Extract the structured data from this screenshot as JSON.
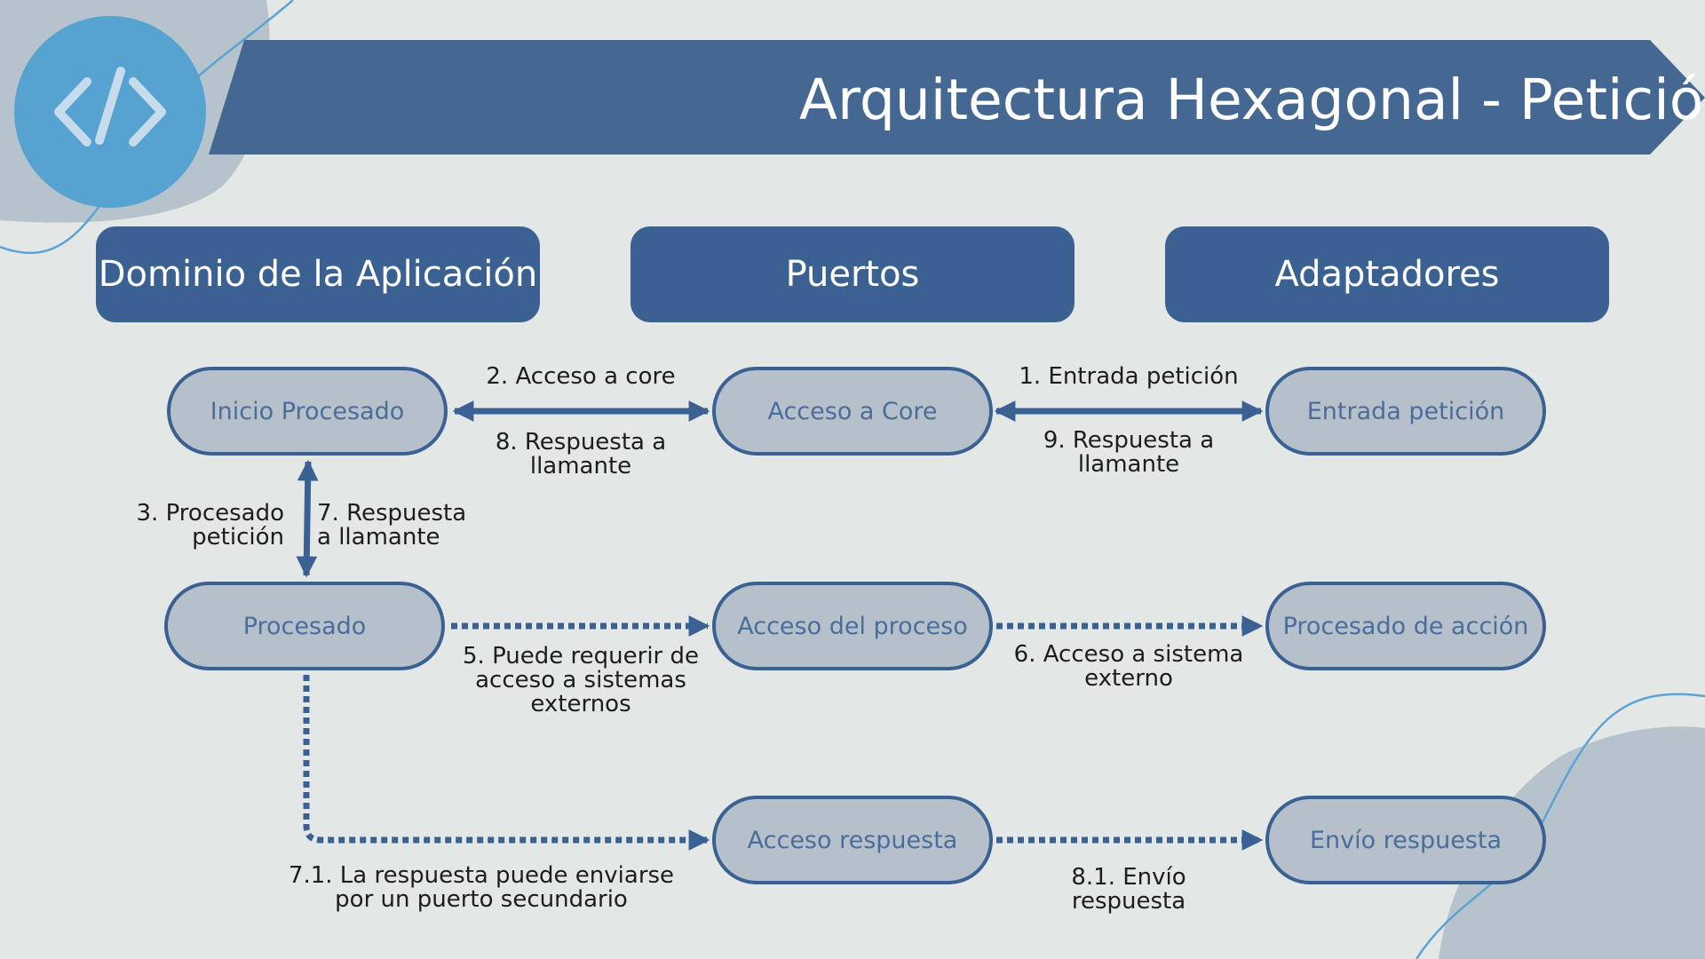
{
  "title": "Arquitectura Hexagonal -  Petición",
  "colors": {
    "background": "#e3e7e5",
    "banner": "#456893",
    "header": "#3b6193",
    "node_fill": "#b5c0ca",
    "node_border": "#3b6193",
    "node_text": "#4a6d9c",
    "logo_circle": "#56a2d1",
    "blob": "#b7c3cc"
  },
  "logo_icon": "code-brackets-icon",
  "columns": {
    "domain": "Dominio de la Aplicación",
    "ports": "Puertos",
    "adapters": "Adaptadores"
  },
  "nodes": {
    "inicio": "Inicio Procesado",
    "acceso_core": "Acceso a Core",
    "entrada": "Entrada petición",
    "procesado": "Procesado",
    "acceso_proceso": "Acceso del proceso",
    "procesado_accion": "Procesado de acción",
    "acceso_respuesta": "Acceso respuesta",
    "envio": "Envío respuesta"
  },
  "labels": {
    "l2": "2. Acceso a core",
    "l8": "8. Respuesta a\nllamante",
    "l1": "1. Entrada petición",
    "l9": "9. Respuesta a\nllamante",
    "l3": "3. Procesado\npetición",
    "l7": "7. Respuesta\na llamante",
    "l5": "5. Puede requerir de\nacceso a sistemas\nexternos",
    "l6": "6. Acceso a sistema\nexterno",
    "l71": "7.1. La respuesta puede enviarse\npor un puerto secundario",
    "l81": "8.1. Envío respuesta"
  }
}
